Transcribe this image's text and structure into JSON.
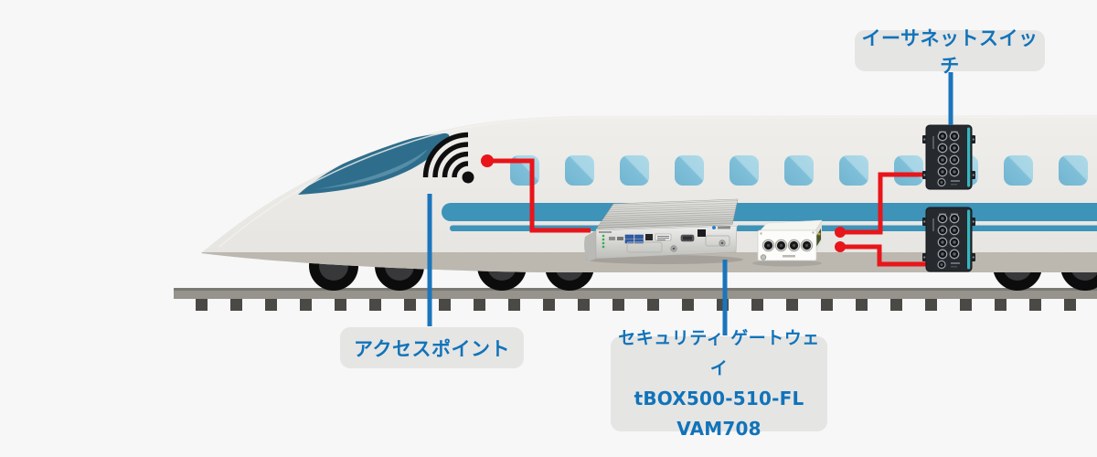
{
  "labels": {
    "ethernet_switch": "イーサネットスイッチ",
    "access_point": "アクセスポイント",
    "security_gateway": {
      "line1": "セキュリティ ゲートウェイ",
      "line2": "tBOX500-510-FL",
      "line3": "VAM708"
    }
  },
  "icons": {
    "wifi": "wifi-icon"
  },
  "devices": [
    {
      "name": "wifi-access-point"
    },
    {
      "name": "security-gateway-box-pc"
    },
    {
      "name": "vam708-module"
    },
    {
      "name": "ethernet-switch-upper"
    },
    {
      "name": "ethernet-switch-lower"
    }
  ],
  "colors": {
    "background": "#f7f7f8",
    "label_bg": "#e5e5e4",
    "label_text": "#1173b9",
    "connector_blue": "#1b75bc",
    "cable_red": "#e8151a",
    "train_body": "#e9e8e4",
    "train_stripe": "#3e93b8",
    "train_window": "#7fbfd8",
    "windshield": "#2e6e8c",
    "switch_body": "#262a2f",
    "switch_accent": "#35b6c0"
  }
}
